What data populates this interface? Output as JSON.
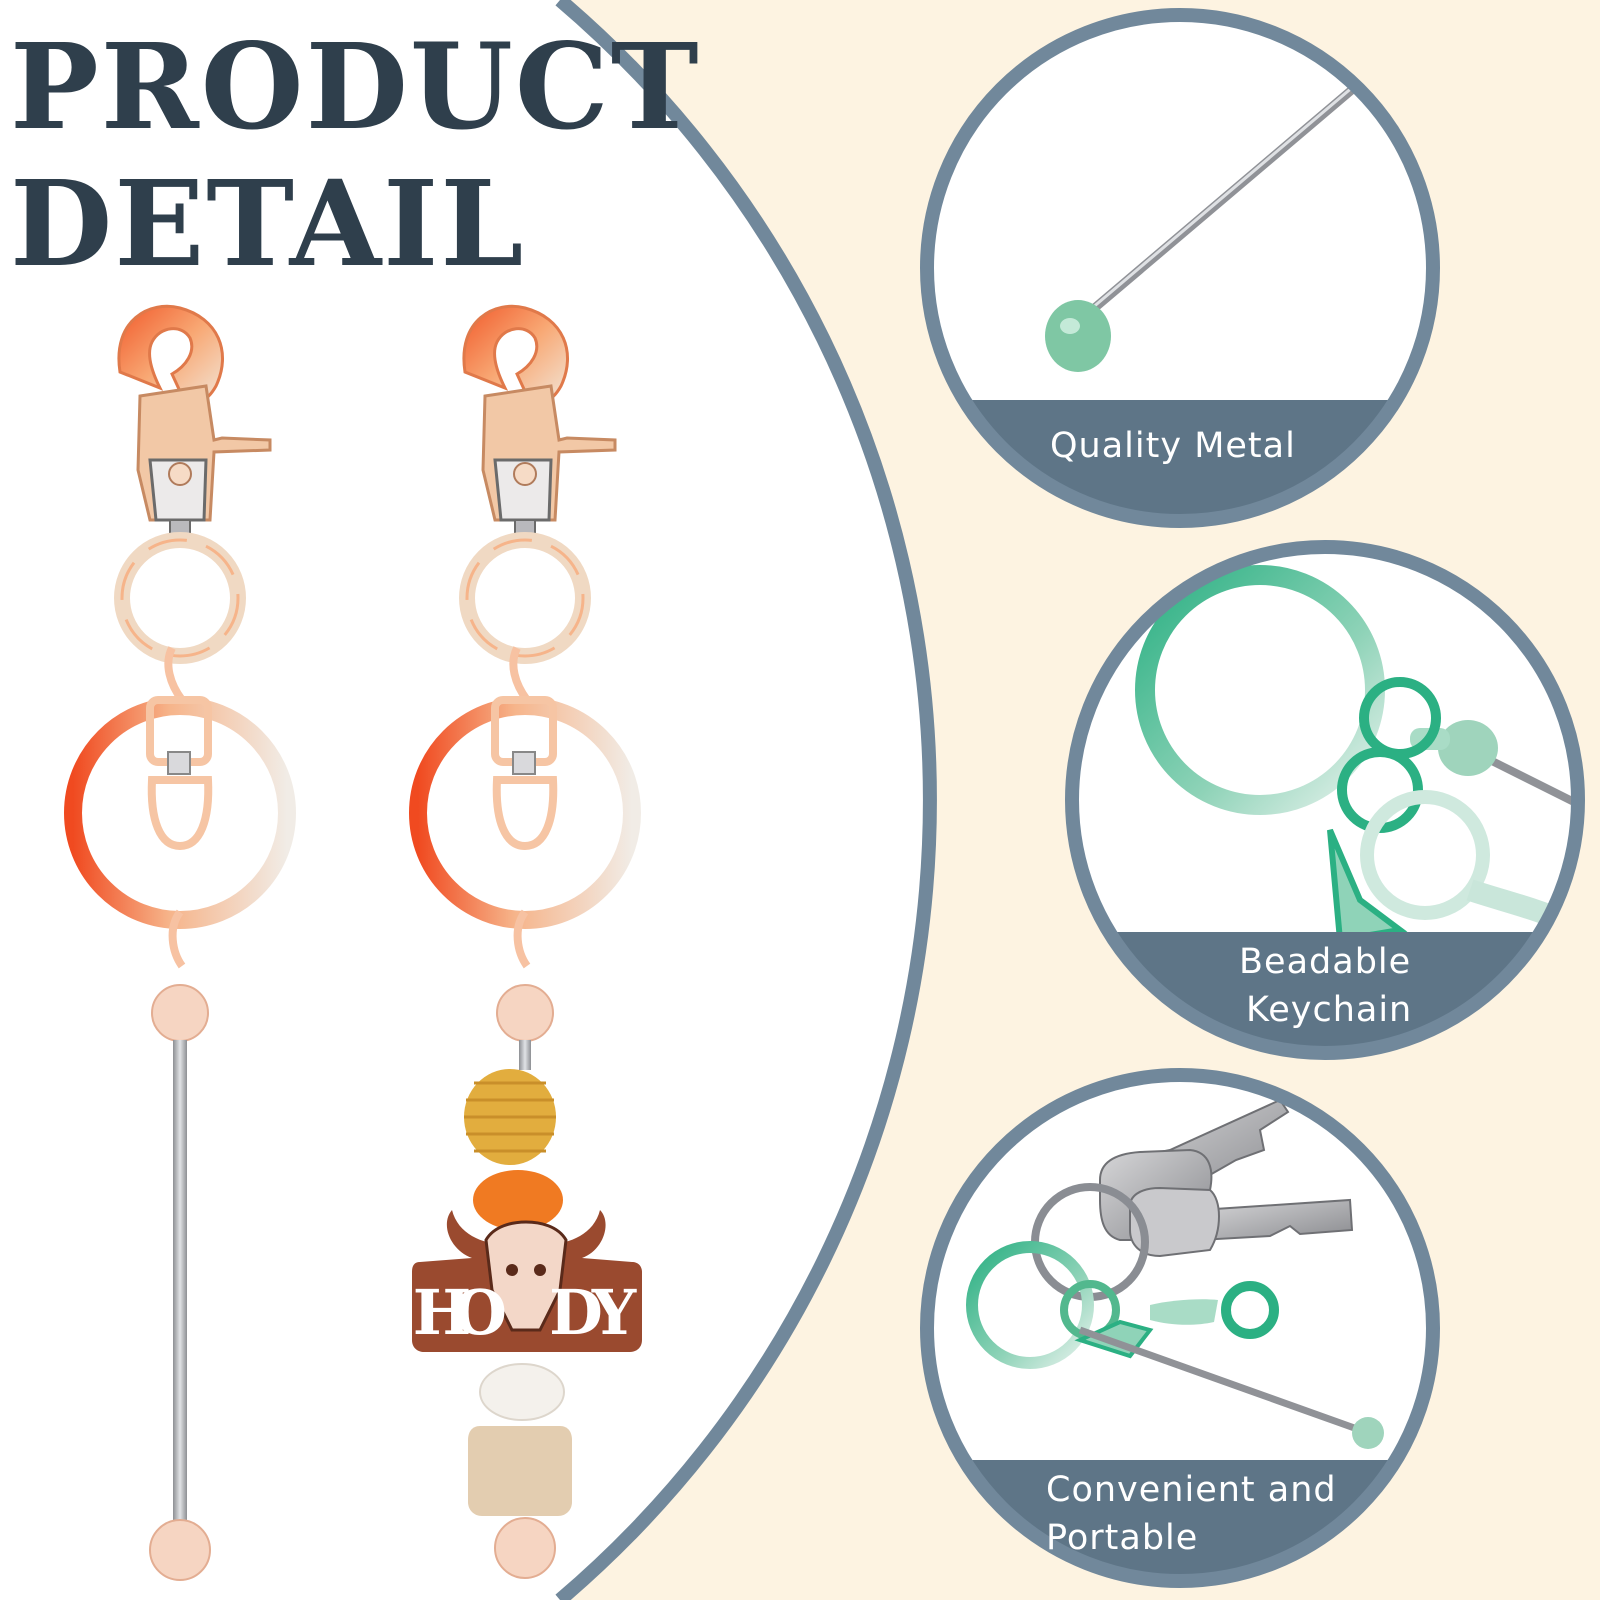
{
  "heading": {
    "line1": "PRODUCT",
    "line2": "DETAIL"
  },
  "bead_letters": [
    "H",
    "O",
    "D",
    "Y"
  ],
  "features": [
    {
      "lines": [
        "Quality Metal"
      ]
    },
    {
      "lines": [
        "Beadable",
        "Keychain"
      ]
    },
    {
      "lines": [
        "Convenient and",
        "Portable"
      ]
    }
  ],
  "colors": {
    "background_cream": "#fdf3e1",
    "panel_white": "#ffffff",
    "accent_slate": "#71889b",
    "heading_navy": "#2f3f4c",
    "caption_band": "#5e7587"
  }
}
